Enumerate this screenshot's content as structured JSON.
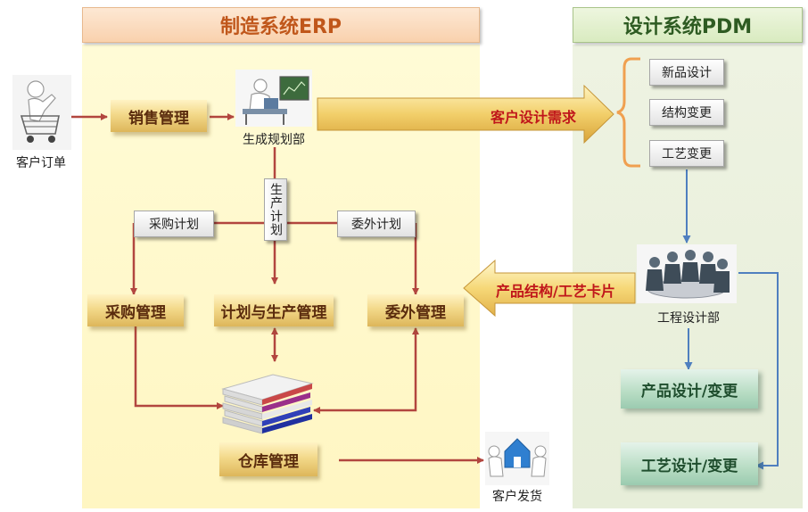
{
  "headers": {
    "erp": "制造系统ERP",
    "pdm": "设计系统PDM"
  },
  "erp": {
    "customer_order": "客户订单",
    "sales": "销售管理",
    "production_planning_dept": "生成规划部",
    "production_plan_vertical": "生产计划",
    "purchase_plan": "采购计划",
    "outsource_plan": "委外计划",
    "purchase_mgmt": "采购管理",
    "plan_production_mgmt": "计划与生产管理",
    "outsource_mgmt": "委外管理",
    "warehouse_mgmt": "仓库管理",
    "customer_delivery": "客户发货"
  },
  "flows": {
    "customer_design_requirements": "客户设计需求",
    "product_structure_process_card": "产品结构/工艺卡片"
  },
  "pdm": {
    "new_product_design": "新品设计",
    "structure_change": "结构变更",
    "process_change": "工艺变更",
    "engineering_design_dept": "工程设计部",
    "product_design_change": "产品设计/变更",
    "process_design_change": "工艺设计/变更"
  },
  "colors": {
    "erp_arrow": "#b2463f",
    "pdm_arrow": "#4f7fbf",
    "bracket": "#f0a050",
    "flow_arrow_text": "#c0161b"
  },
  "icons": {
    "customer_order": "person-with-shopping-cart-icon",
    "production_planning_dept": "person-at-desk-icon",
    "engineering_design_dept": "meeting-group-icon",
    "warehouse": "stacked-books-icon",
    "customer_delivery": "people-carrying-house-icon"
  }
}
